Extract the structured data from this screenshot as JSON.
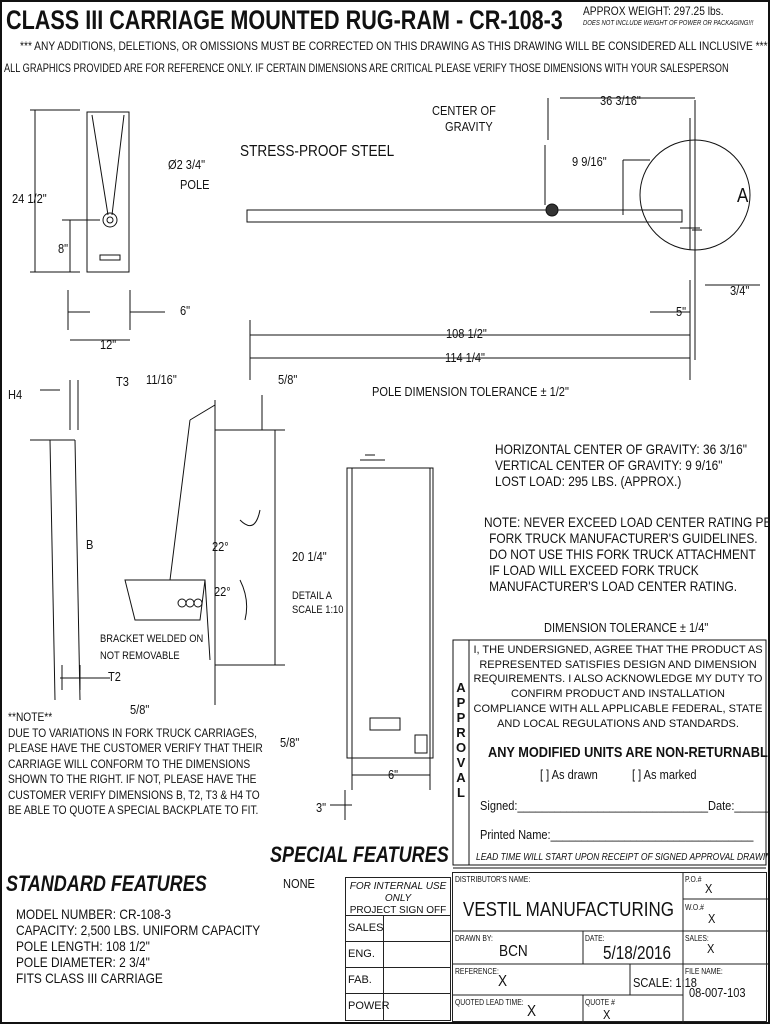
{
  "header": {
    "title": "CLASS III CARRIAGE MOUNTED RUG-RAM - CR-108-3",
    "weight": "APPROX WEIGHT: 297.25 lbs.",
    "weight_note": "DOES NOT INCLUDE WEIGHT OF POWER OR PACKAGING!!!",
    "notice1": "*** ANY ADDITIONS, DELETIONS, OR OMISSIONS MUST BE CORRECTED ON THIS DRAWING AS THIS DRAWING WILL BE CONSIDERED ALL INCLUSIVE ***",
    "notice2": "ALL GRAPHICS PROVIDED ARE FOR REFERENCE ONLY. IF CERTAIN DIMENSIONS ARE CRITICAL PLEASE VERIFY THOSE DIMENSIONS WITH YOUR SALESPERSON"
  },
  "dims": {
    "d24": "24 1/2\"",
    "d8": "8\"",
    "pole_dia": "Ø2 3/4\"",
    "pole": "POLE",
    "d6": "6\"",
    "d12": "12\"",
    "steel": "STRESS-PROOF STEEL",
    "cog": "CENTER OF",
    "cog2": "GRAVITY",
    "d36": "36 3/16\"",
    "d9": "9 9/16\"",
    "detail": "A",
    "d34": "3/4\"",
    "d5": "5\"",
    "d108": "108 1/2\"",
    "d114": "114 1/4\"",
    "h4": "H4",
    "t3": "T3",
    "d1116": "11/16\"",
    "d58a": "5/8\"",
    "pole_tol": "POLE DIMENSION TOLERANCE ± 1/2\"",
    "b": "B",
    "a22a": "22°",
    "a22b": "22°",
    "d20": "20 1/4\"",
    "detail_a": "DETAIL A",
    "detail_scale": "SCALE 1:10",
    "bracket1": "BRACKET WELDED ON",
    "bracket2": "NOT REMOVABLE",
    "t2": "T2",
    "d58b": "5/8\"",
    "d58c": "5/8\"",
    "d6b": "6\"",
    "d3": "3\""
  },
  "note": [
    "**NOTE**",
    "DUE TO VARIATIONS IN FORK TRUCK CARRIAGES,",
    "PLEASE HAVE THE CUSTOMER VERIFY THAT THEIR",
    "CARRIAGE WILL CONFORM TO THE DIMENSIONS",
    "SHOWN TO THE RIGHT. IF NOT, PLEASE HAVE THE",
    "CUSTOMER VERIFY DIMENSIONS B, T2, T3 & H4 TO",
    "BE ABLE TO QUOTE A SPECIAL BACKPLATE TO FIT."
  ],
  "cg": [
    "HORIZONTAL CENTER OF GRAVITY: 36 3/16\"",
    "VERTICAL CENTER OF GRAVITY: 9 9/16\"",
    "LOST LOAD: 295 LBS. (APPROX.)"
  ],
  "warning": [
    "NOTE: NEVER EXCEED LOAD CENTER RATING PER",
    "FORK TRUCK MANUFACTURER'S GUIDELINES.",
    "DO NOT USE THIS FORK TRUCK ATTACHMENT",
    "IF LOAD WILL EXCEED FORK TRUCK",
    "MANUFACTURER'S LOAD CENTER RATING."
  ],
  "dim_tol": "DIMENSION TOLERANCE ± 1/4\"",
  "approval": {
    "side": "APPROVAL",
    "text": [
      "I, THE UNDERSIGNED, AGREE THAT THE PRODUCT AS",
      "REPRESENTED SATISFIES DESIGN AND DIMENSION",
      "REQUIREMENTS.  I ALSO ACKNOWLEDGE MY DUTY TO",
      "CONFIRM PRODUCT AND INSTALLATION",
      "COMPLIANCE WITH ALL APPLICABLE FEDERAL, STATE",
      "AND LOCAL REGULATIONS AND STANDARDS."
    ],
    "nonreturn": "ANY MODIFIED UNITS ARE NON-RETURNABLE",
    "as_drawn": "[   ] As drawn",
    "as_marked": "[   ] As marked",
    "signed": "Signed:_______________________________Date:_________",
    "printed": "Printed Name:_________________________________",
    "lead": "LEAD TIME WILL START UPON RECEIPT OF SIGNED APPROVAL DRAWING"
  },
  "special": {
    "title": "SPECIAL FEATURES",
    "value": "NONE"
  },
  "standard": {
    "title": "STANDARD FEATURES",
    "items": [
      "MODEL NUMBER: CR-108-3",
      "CAPACITY: 2,500 LBS. UNIFORM CAPACITY",
      "POLE LENGTH: 108 1/2\"",
      "POLE DIAMETER: 2 3/4\"",
      "FITS CLASS III CARRIAGE"
    ]
  },
  "signoff": {
    "h1": "FOR INTERNAL USE ONLY",
    "h2": "PROJECT SIGN OFF",
    "rows": [
      "SALES",
      "ENG.",
      "FAB.",
      "POWER"
    ]
  },
  "titleblock": {
    "dist_label": "DISTRIBUTOR'S NAME:",
    "dist": "VESTIL MANUFACTURING",
    "po_label": "P.O.#",
    "po": "X",
    "wo_label": "W.O.#",
    "wo": "X",
    "drawn_label": "DRAWN BY:",
    "drawn": "BCN",
    "date_label": "DATE:",
    "date": "5/18/2016",
    "sales_label": "SALES:",
    "sales": "X",
    "ref_label": "REFERENCE:",
    "ref": "X",
    "scale": "SCALE: 1:18",
    "file_label": "FILE NAME:",
    "file": "08-007-103",
    "lead_label": "QUOTED LEAD TIME:",
    "lead": "X",
    "quote_label": "QUOTE #",
    "quote": "X"
  }
}
